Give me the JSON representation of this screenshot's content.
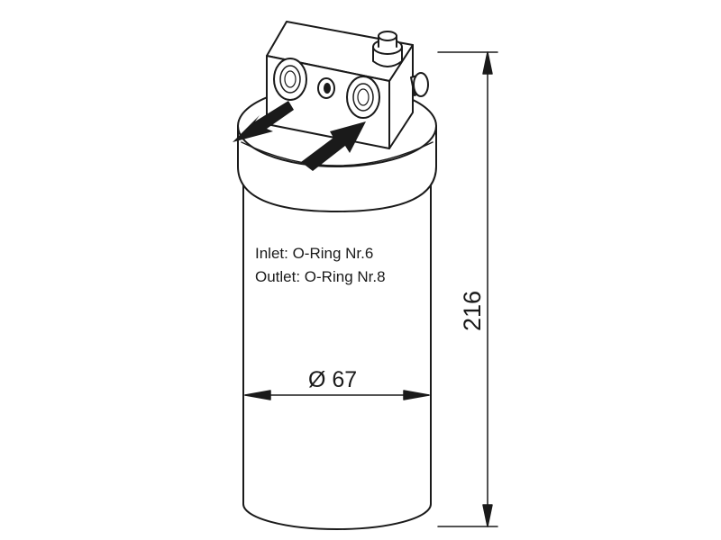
{
  "labels": {
    "inlet": "Inlet: O-Ring Nr.6",
    "outlet": "Outlet: O-Ring Nr.8",
    "diameter": "Ø 67",
    "height": "216"
  },
  "colors": {
    "line": "#1a1a1a",
    "fill": "#ffffff",
    "arrow": "#1a1a1a"
  }
}
